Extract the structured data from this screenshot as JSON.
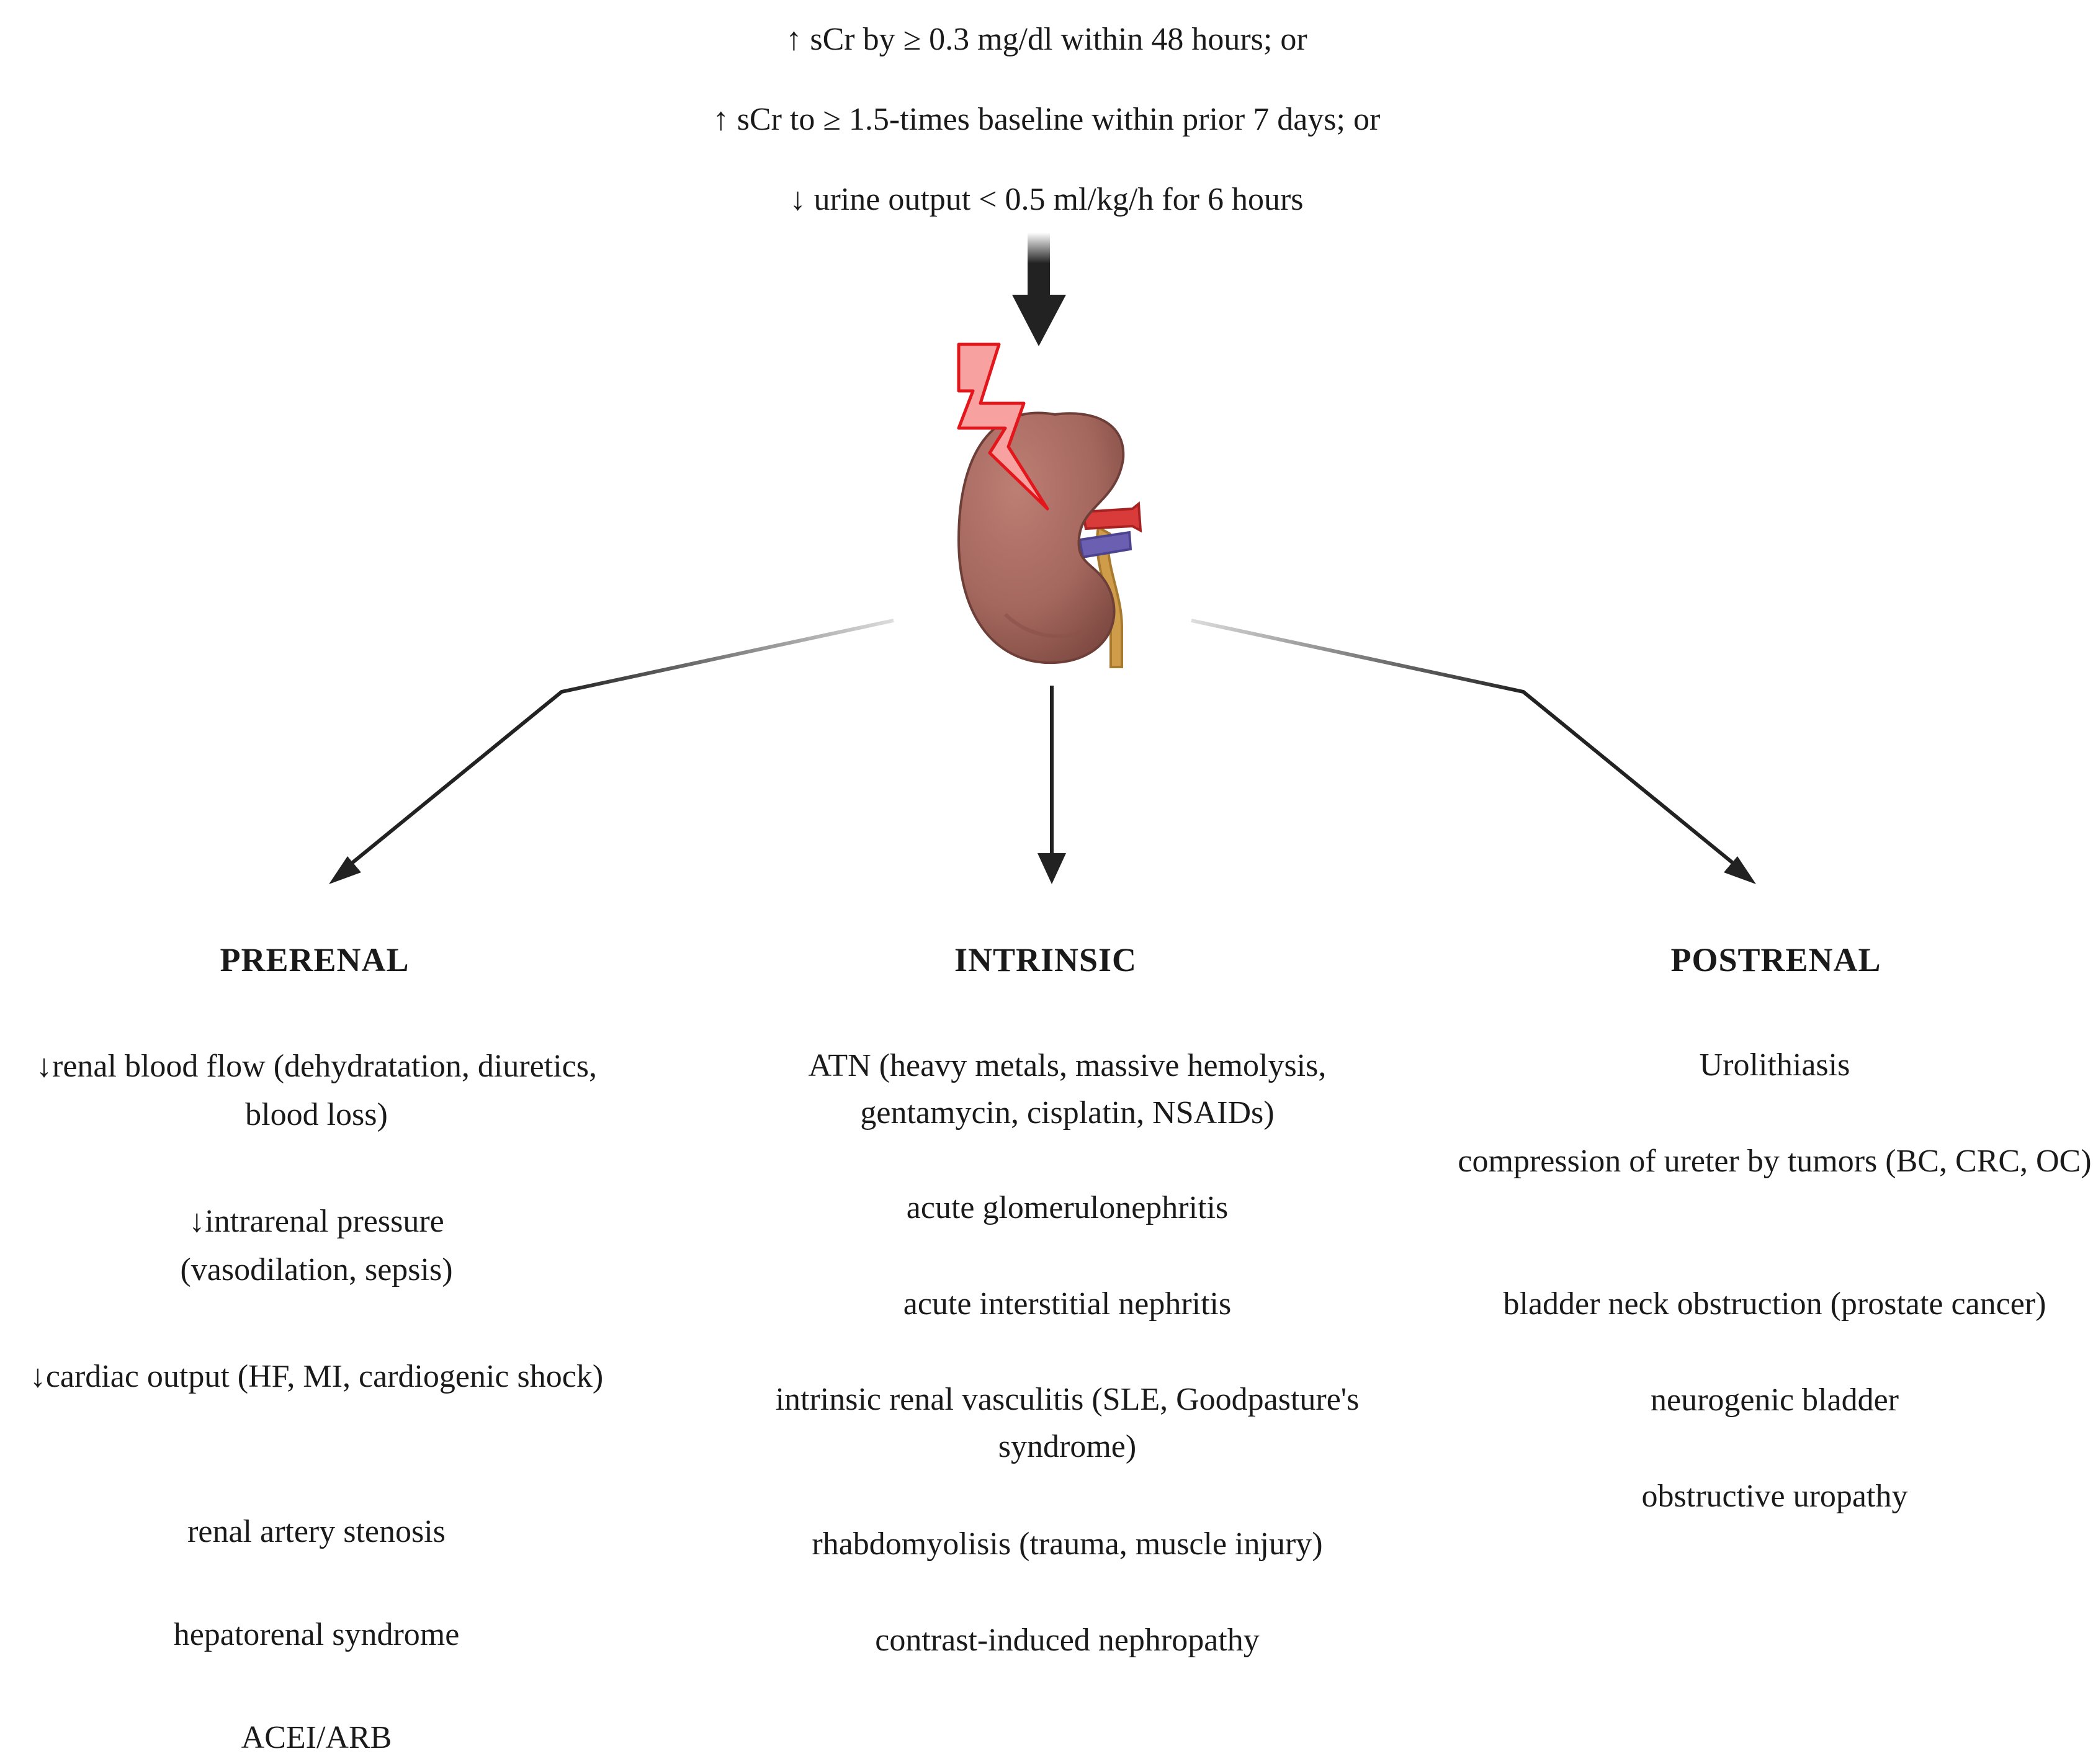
{
  "criteria": [
    "↑ sCr by ≥ 0.3 mg/dl within 48 hours; or",
    "↑ sCr to ≥ 1.5-times baseline within prior 7 days; or",
    "↓ urine output < 0.5 ml/kg/h for 6 hours"
  ],
  "categories": [
    {
      "heading": "PRERENAL",
      "items": [
        "↓renal blood flow (dehydratation, diuretics, blood loss)",
        "↓intrarenal pressure (vasodilation, sepsis)",
        "↓cardiac output (HF, MI, cardiogenic shock)",
        "renal artery stenosis",
        "hepatorenal syndrome",
        "ACEI/ARB"
      ]
    },
    {
      "heading": "INTRINSIC",
      "items": [
        "ATN (heavy metals, massive hemolysis, gentamycin, cisplatin, NSAIDs)",
        "acute glomerulonephritis",
        "acute interstitial nephritis",
        "intrinsic renal vasculitis (SLE, Goodpasture's syndrome)",
        "rhabdomyolisis (trauma, muscle injury)",
        "contrast-induced nephropathy"
      ]
    },
    {
      "heading": "POSTRENAL",
      "items": [
        "Urolithiasis",
        "compression of ureter by tumors (BC, CRC, OC)",
        "bladder neck obstruction (prostate cancer)",
        "neurogenic bladder",
        "obstructive uropathy"
      ]
    }
  ],
  "colors": {
    "kidney": "#a5685e",
    "kidney_dark": "#7e4a42",
    "artery": "#d93a3a",
    "vein": "#6a5fb0",
    "ureter": "#cf9d4a",
    "bolt_fill": "#f7a1a1",
    "bolt_stroke": "#e3161b",
    "arrow": "#222222"
  },
  "icons": {
    "kidney": "kidney-icon",
    "injury": "lightning-bolt-icon"
  }
}
